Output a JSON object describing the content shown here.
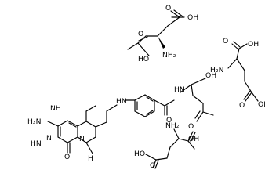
{
  "molecule": {
    "components": [
      "5-methyltetrahydrofolate",
      "L-glutamic acid",
      "L-glutamic acid",
      "L-glutamic acid"
    ]
  },
  "atom_labels": {
    "nh_amide": "HN",
    "oh": "OH",
    "ho": "HO",
    "o": "O",
    "nh2": "NH₂",
    "h2n": "H₂N",
    "n": "N",
    "nh_ring": "NH",
    "hn_ring": "HN",
    "n_methyl": "N",
    "h_ring": "H",
    "nh": "NH"
  },
  "colors": {
    "bond": "#000000",
    "label": "#000000",
    "background": "#ffffff"
  }
}
